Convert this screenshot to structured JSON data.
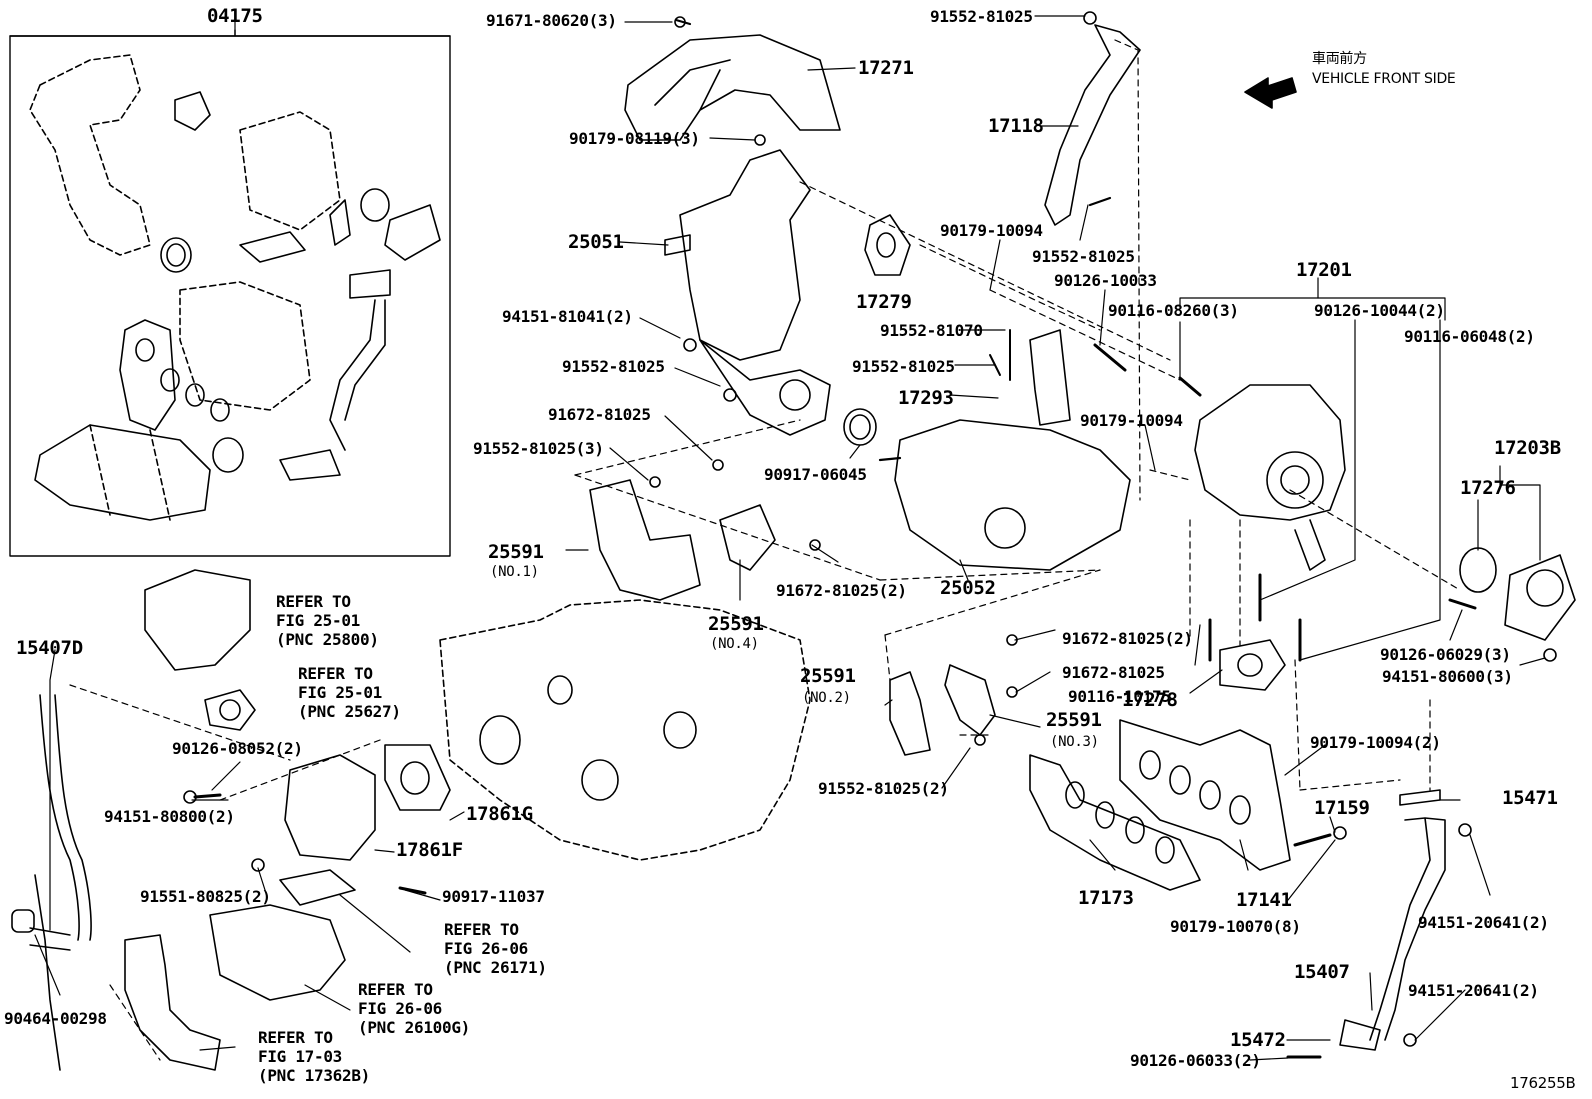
{
  "callouts": {
    "c04175": "04175",
    "c91671_80620": "91671-80620(3)",
    "c17271": "17271",
    "c90179_08119": "90179-08119(3)",
    "c25051": "25051",
    "c17279": "17279",
    "c94151_81041": "94151-81041(2)",
    "c91552_81025_a": "91552-81025",
    "c91672_81025_a": "91672-81025",
    "c91552_81025_3": "91552-81025(3)",
    "c90917_06045": "90917-06045",
    "c25591_no1": "25591",
    "c25591_no1_sub": "(NO.1)",
    "c25591_no4": "25591",
    "c25591_no4_sub": "(NO.4)",
    "c91672_81025_2a": "91672-81025(2)",
    "c25052": "25052",
    "c91552_81025_top": "91552-81025",
    "c17118": "17118",
    "c90179_10094_a": "90179-10094",
    "c91552_81025_b": "91552-81025",
    "c90126_10033": "90126-10033",
    "c91552_81070": "91552-81070",
    "c91552_81025_c": "91552-81025",
    "c17293": "17293",
    "c90179_10094_b": "90179-10094",
    "c17201": "17201",
    "c90116_08260": "90116-08260(3)",
    "c90126_10044": "90126-10044(2)",
    "c90116_06048": "90116-06048(2)",
    "c17203B": "17203B",
    "c17276": "17276",
    "c90126_06029": "90126-06029(3)",
    "c94151_80600": "94151-80600(3)",
    "c91672_81025_2b": "91672-81025(2)",
    "c91672_81025_b": "91672-81025",
    "c90116_10175": "90116-10175",
    "c17278": "17278",
    "c25591_no2": "25591",
    "c25591_no2_sub": "(NO.2)",
    "c25591_no3": "25591",
    "c25591_no3_sub": "(NO.3)",
    "c91552_81025_2": "91552-81025(2)",
    "c90179_10094_2": "90179-10094(2)",
    "c15471": "15471",
    "c17159": "17159",
    "c17173": "17173",
    "c17141": "17141",
    "c90179_10070": "90179-10070(8)",
    "c94151_20641_a": "94151-20641(2)",
    "c15407": "15407",
    "c94151_20641_b": "94151-20641(2)",
    "c15472": "15472",
    "c90126_06033": "90126-06033(2)",
    "c15407D": "15407D",
    "c90126_08052": "90126-08052(2)",
    "c94151_80800": "94151-80800(2)",
    "c17861G": "17861G",
    "c17861F": "17861F",
    "c91551_80825": "91551-80825(2)",
    "c90917_11037": "90917-11037",
    "c90464_00298": "90464-00298"
  },
  "references": {
    "ref_25800": {
      "l1": "REFER TO",
      "l2": "FIG 25-01",
      "l3": "(PNC 25800)"
    },
    "ref_25627": {
      "l1": "REFER TO",
      "l2": "FIG 25-01",
      "l3": "(PNC 25627)"
    },
    "ref_26171": {
      "l1": "REFER TO",
      "l2": "FIG 26-06",
      "l3": "(PNC 26171)"
    },
    "ref_26100G": {
      "l1": "REFER TO",
      "l2": "FIG 26-06",
      "l3": "(PNC 26100G)"
    },
    "ref_17362B": {
      "l1": "REFER TO",
      "l2": "FIG 17-03",
      "l3": "(PNC 17362B)"
    }
  },
  "orientation": {
    "jp": "車両前方",
    "en": "VEHICLE FRONT SIDE",
    "icon": "arrow-left-icon"
  },
  "figure_id": "176255B"
}
